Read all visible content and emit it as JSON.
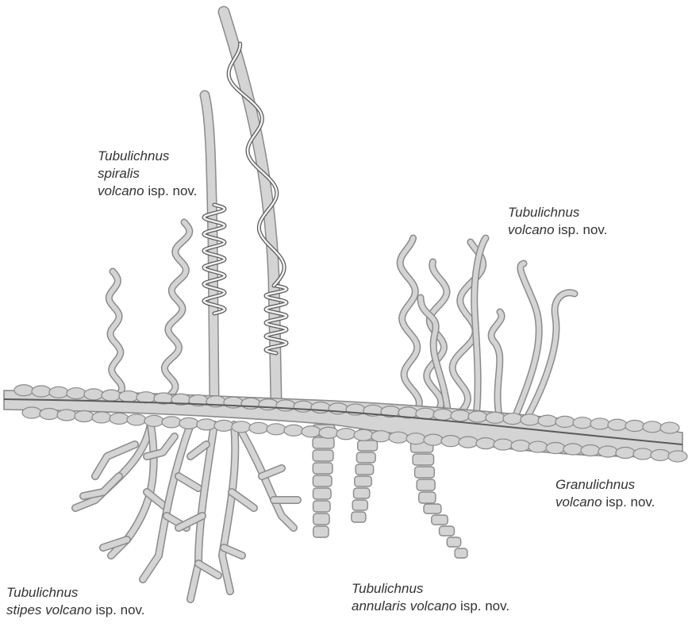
{
  "labels": {
    "spiralis": {
      "line1": "Tubulichnus",
      "line2": "spiralis",
      "line3_italic": "volcano",
      "line3_tail": " isp. nov."
    },
    "volcano": {
      "line1": "Tubulichnus",
      "line2_italic": "volcano",
      "line2_tail": " isp. nov."
    },
    "granulichnus": {
      "line1": "Granulichnus",
      "line2_italic": "volcano",
      "line2_tail": " isp. nov."
    },
    "stipes": {
      "line1": "Tubulichnus",
      "line2_italic": "stipes volcano",
      "line2_tail": " isp. nov."
    },
    "annularis": {
      "line1": "Tubulichnus",
      "line2_italic": "annularis volcano",
      "line2_tail": " isp. nov."
    }
  },
  "colors": {
    "fill": "#d4d4d4",
    "outline": "#8a8a8a",
    "dark": "#5a5a5a",
    "text": "#333333"
  }
}
